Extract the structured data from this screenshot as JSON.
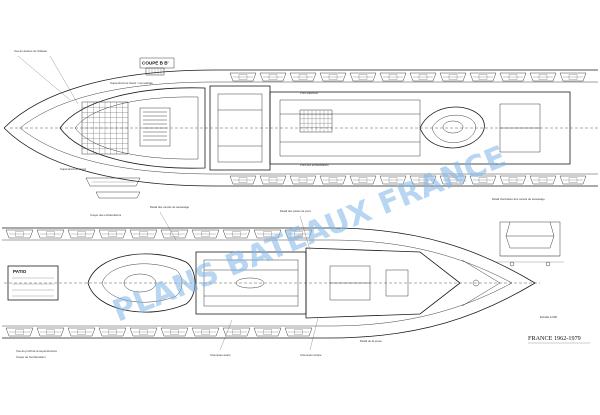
{
  "sheet": {
    "title": "FRANCE 1962-1979",
    "section_label": "COUPE B B'",
    "patio": {
      "title": "PATIO"
    }
  },
  "watermark": {
    "text": "PLANS BATEAUX FRANCE",
    "color": "#7fb6e6"
  },
  "annotations": {
    "top_left_note": "Vue du dessus du château",
    "coupe_note": "Superstructure Avant / vue latérale",
    "forward_note": "Superstructure Avant",
    "left_bottom_note": "Vue de profil de la superstructure",
    "deck_label_1": "Pont supérieur",
    "deck_label_2": "Pont des embarcations",
    "boat_note": "Détail des canots de sauvetage",
    "boat_note_2": "Coupe des embarcations",
    "center_note": "Détail des pistes de pont",
    "right_box_title": "Détail d'entretien des canots de sauvetage",
    "bottom_note_1": "Coupe de l'embarcation",
    "bottom_note_2": "Cheminée avant",
    "bottom_note_3": "Cheminée arrière",
    "bottom_note_4": "Détail de la proue",
    "scale": "Echelle 1/300"
  },
  "icons": [
    "ship-hull-plan",
    "lifeboat",
    "funnel",
    "deck-grid",
    "lifeboat-cradle-detail"
  ]
}
